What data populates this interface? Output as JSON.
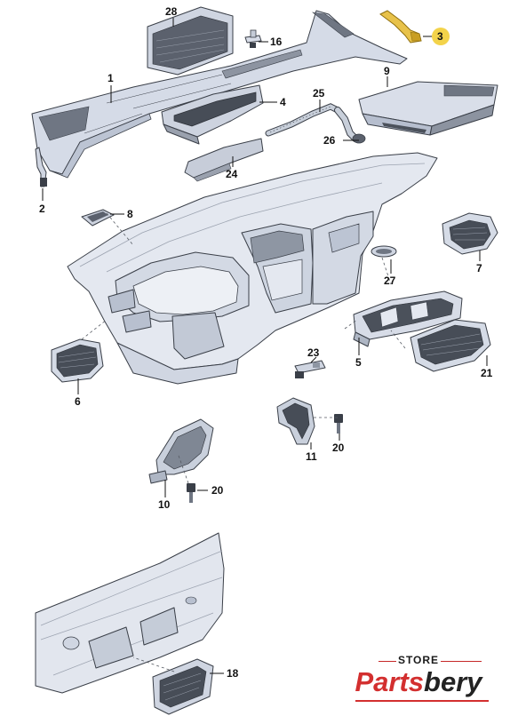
{
  "diagram": {
    "callouts": {
      "p1": "1",
      "p2": "2",
      "p3": "3",
      "p4": "4",
      "p5": "5",
      "p6": "6",
      "p7": "7",
      "p8": "8",
      "p9": "9",
      "p10": "10",
      "p11": "11",
      "p16": "16",
      "p18": "18",
      "p20a": "20",
      "p20b": "20",
      "p21": "21",
      "p23": "23",
      "p24": "24",
      "p25": "25",
      "p26": "26",
      "p27": "27",
      "p28": "28"
    },
    "colors": {
      "part_fill": "#dfe4ee",
      "part_shade": "#b9c1d0",
      "part_dark": "#3b4049",
      "dashboard_fill": "#e6eaf2",
      "highlight_part": "#e8c24a",
      "highlight_badge": "#f3d34a"
    }
  },
  "branding": {
    "store": "STORE",
    "parts": "Parts",
    "bery": "bery",
    "accent_color": "#d32f2f"
  }
}
